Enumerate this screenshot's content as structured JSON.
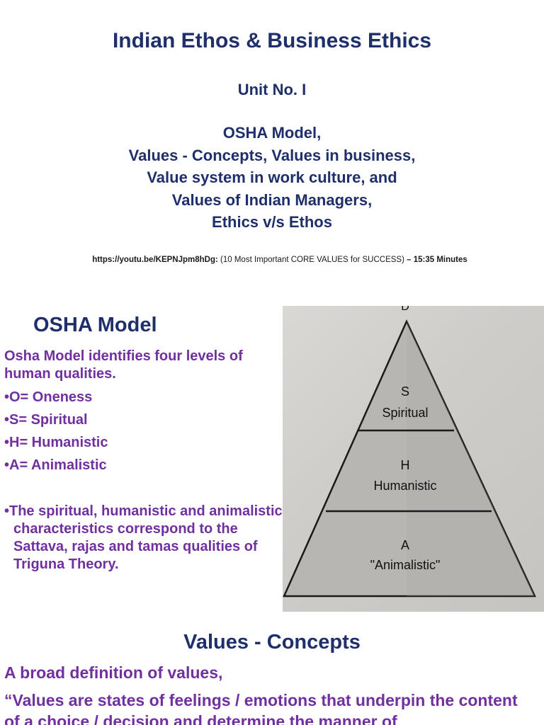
{
  "header": {
    "title": "Indian Ethos & Business Ethics",
    "unit": "Unit No. I",
    "topics": [
      "OSHA Model,",
      "Values - Concepts, Values in business,",
      "Value system in work culture, and",
      "Values of Indian Managers,",
      "Ethics v/s Ethos"
    ],
    "reference": {
      "url": "https://youtu.be/KEPNJpm8hDg:",
      "description_before": "(10 Most Important",
      "description_core": "CORE VALUES for SUCCESS)",
      "duration": "– 15:35 Minutes"
    }
  },
  "osha": {
    "heading": "OSHA Model",
    "intro": "Osha Model identifies four levels of human qualities.",
    "levels": [
      "•O= Oneness",
      "•S= Spiritual",
      "•H= Humanistic",
      "•A= Animalistic"
    ],
    "note": "•The spiritual, humanistic and animalistic characteristics correspond to the Sattava, rajas and tamas qualities of Triguna Theory.",
    "pyramid": {
      "top_partial_letter": "D",
      "tiers": [
        {
          "letter": "S",
          "label": "Spiritual"
        },
        {
          "letter": "H",
          "label": "Humanistic"
        },
        {
          "letter": "A",
          "label": "\"Animalistic\""
        }
      ]
    }
  },
  "values_concepts": {
    "heading": "Values - Concepts",
    "definition_intro": "A broad definition of values,",
    "quote": "“Values are states of feelings / emotions that underpin the content of a choice / decision and determine the manner of"
  },
  "colors": {
    "navy": "#1f2f6b",
    "purple": "#7030a0",
    "pyramid_fill": "#b8b6b3",
    "photo_background": "#d2d0cd"
  }
}
